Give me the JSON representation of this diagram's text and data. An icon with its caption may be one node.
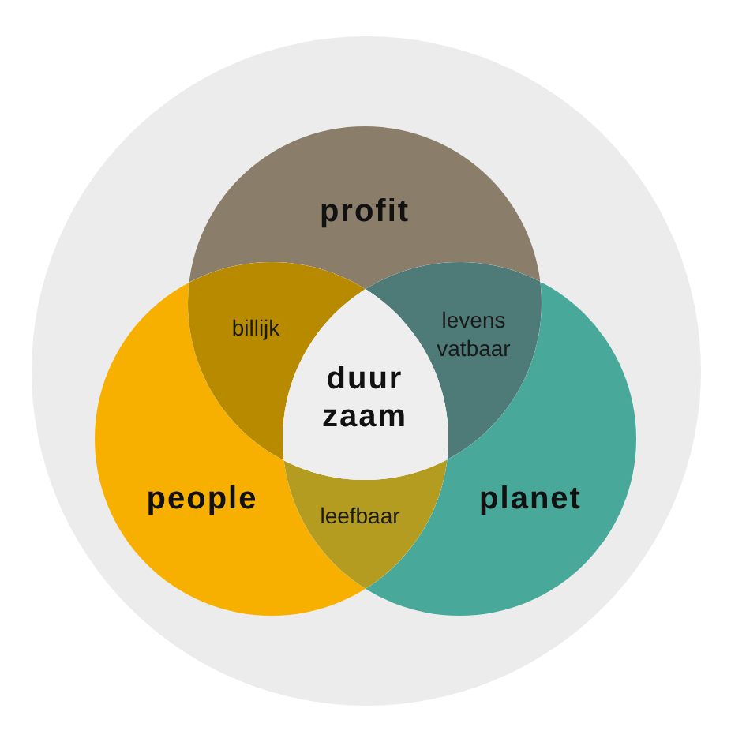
{
  "diagram": {
    "nodes": [
      {
        "text": [],
        "shape": "circle"
      },
      {
        "text": [
          "profit"
        ],
        "in": 0
      },
      {
        "text": [
          "billijk"
        ],
        "in": 0
      },
      {
        "text": [
          "levens vatbaar"
        ],
        "in": 0
      },
      {
        "text": [
          "duur zaam"
        ],
        "in": 0
      },
      {
        "text": [
          "people"
        ],
        "in": 0
      },
      {
        "text": [
          "leefbaar"
        ],
        "in": 0
      },
      {
        "text": [
          "planet"
        ],
        "in": 0
      }
    ]
  }
}
